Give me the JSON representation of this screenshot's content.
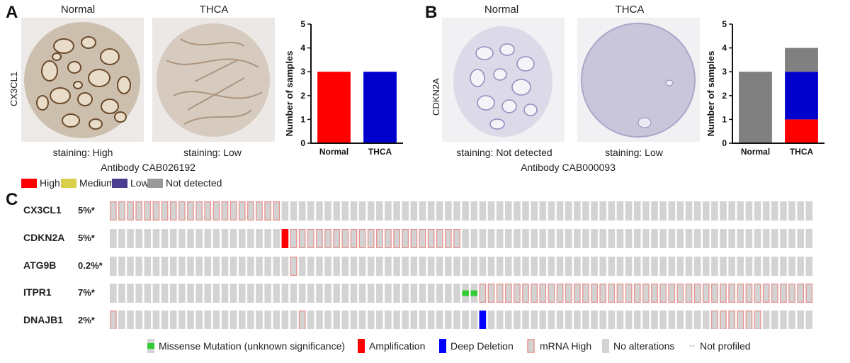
{
  "panel_a": {
    "letter": "A",
    "col1_title": "Normal",
    "col2_title": "THCA",
    "gene_label": "CX3CL1",
    "caption1": "staining: High",
    "caption2": "staining: Low",
    "antibody": "Antibody CAB026192"
  },
  "panel_b": {
    "letter": "B",
    "col1_title": "Normal",
    "col2_title": "THCA",
    "gene_label": "CDKN2A",
    "caption1": "staining: Not detected",
    "caption2": "staining: Low",
    "antibody": "Antibody CAB000093"
  },
  "staining_legend": [
    {
      "label": "High",
      "color": "#ff0000"
    },
    {
      "label": "Medium",
      "color": "#d9cf4a"
    },
    {
      "label": "Low",
      "color": "#4a3f8f"
    },
    {
      "label": "Not detected",
      "color": "#999999"
    }
  ],
  "panel_c": {
    "letter": "C",
    "genes": [
      {
        "name": "CX3CL1",
        "pct": "5%*"
      },
      {
        "name": "CDKN2A",
        "pct": "5%*"
      },
      {
        "name": "ATG9B",
        "pct": "0.2%*"
      },
      {
        "name": "ITPR1",
        "pct": "7%*"
      },
      {
        "name": "DNAJB1",
        "pct": "2%*"
      }
    ],
    "legend": [
      {
        "label": "Missense Mutation (unknown significance)",
        "icon": "missense-chip"
      },
      {
        "label": "Amplification",
        "icon": "amplification-chip"
      },
      {
        "label": "Deep Deletion",
        "icon": "deep-deletion-chip"
      },
      {
        "label": "mRNA High",
        "icon": "mrna-high-chip"
      },
      {
        "label": "No alterations",
        "icon": "no-alteration-chip"
      },
      {
        "label": "Not profiled",
        "icon": "not-profiled-chip"
      }
    ],
    "colors": {
      "no_alteration": "#d3d3d3",
      "mrna_high_border": "#e8938f",
      "amplification": "#ff0000",
      "deep_deletion": "#0000ff",
      "missense": "#33cc33"
    }
  },
  "chart_data": [
    {
      "type": "bar",
      "panel": "A",
      "categories": [
        "Normal",
        "THCA"
      ],
      "series": [
        {
          "name": "High",
          "color": "#ff0000",
          "values": [
            3,
            0
          ]
        },
        {
          "name": "Low",
          "color": "#0000cc",
          "values": [
            0,
            3
          ]
        }
      ],
      "ylabel": "Number of samples",
      "ylim": [
        0,
        5
      ],
      "yticks": [
        0,
        1,
        2,
        3,
        4,
        5
      ]
    },
    {
      "type": "bar",
      "panel": "B",
      "categories": [
        "Normal",
        "THCA"
      ],
      "series": [
        {
          "name": "High",
          "color": "#ff0000",
          "values": [
            0,
            1
          ]
        },
        {
          "name": "Low",
          "color": "#0000cc",
          "values": [
            0,
            2
          ]
        },
        {
          "name": "Not detected",
          "color": "#808080",
          "values": [
            3,
            1
          ]
        }
      ],
      "ylabel": "Number of samples",
      "ylim": [
        0,
        5
      ],
      "yticks": [
        0,
        1,
        2,
        3,
        4,
        5
      ]
    }
  ]
}
